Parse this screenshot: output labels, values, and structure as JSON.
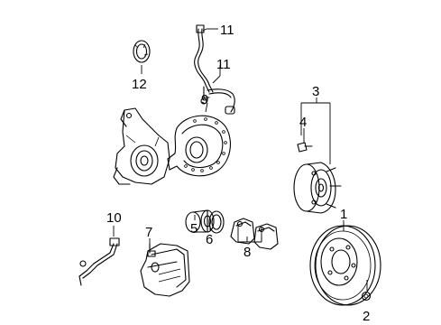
{
  "callouts": {
    "c1": "1",
    "c2": "2",
    "c3": "3",
    "c4": "4",
    "c5": "5",
    "c6": "6",
    "c7": "7",
    "c8": "8",
    "c9": "9",
    "c10": "10",
    "c11a": "11",
    "c11b": "11",
    "c12": "12"
  }
}
